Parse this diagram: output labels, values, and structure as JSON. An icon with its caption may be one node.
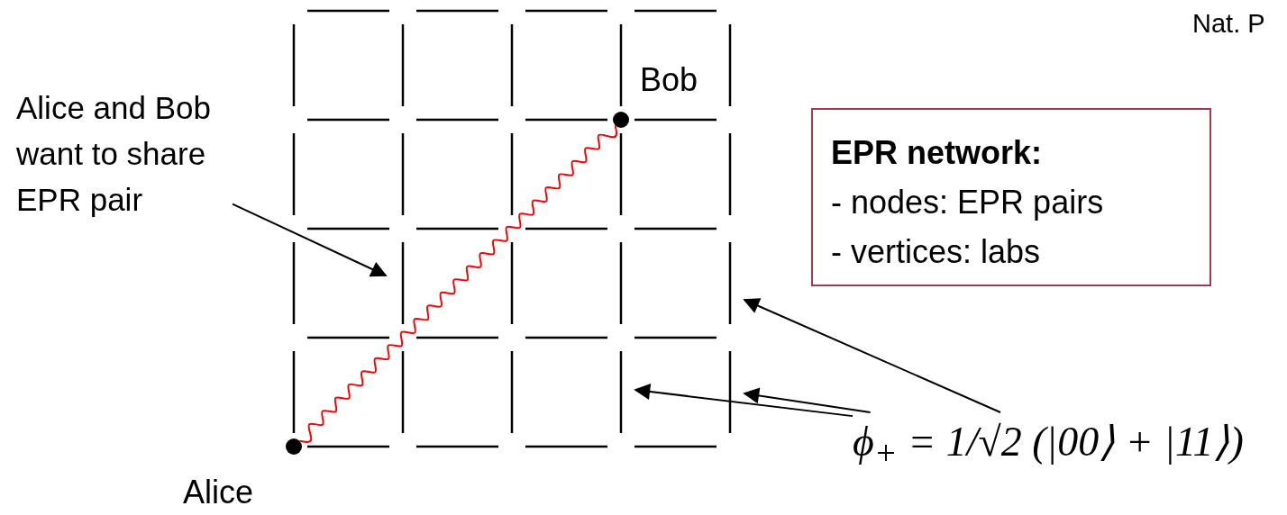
{
  "diagram": {
    "nodes": [
      {
        "text": [],
        "shape": "circle",
        "beside": [
          "Alice"
        ]
      },
      {
        "text": [],
        "shape": "circle",
        "beside": [
          "Bob"
        ]
      },
      {
        "text": [
          "Alice and Bob want to share EPR pair"
        ]
      },
      {
        "text": [
          "EPR network:",
          "- nodes: EPR pairs",
          "- vertices: labs"
        ]
      },
      {
        "text": [
          "ϕ$_{+}$ = 1/√2 (|00⟩ + |11⟩)"
        ]
      }
    ],
    "edges": [
      {
        "from": 0,
        "to": 1,
        "arrow": "none",
        "color": "#ff0000"
      },
      {
        "from": 2,
        "to": null,
        "arrow": "to"
      },
      {
        "from": 4,
        "to": null,
        "arrow": "to"
      },
      {
        "from": 4,
        "to": null,
        "arrow": "to"
      },
      {
        "from": 4,
        "to": null,
        "arrow": "to"
      }
    ],
    "labels": [
      "Nat. P"
    ]
  }
}
